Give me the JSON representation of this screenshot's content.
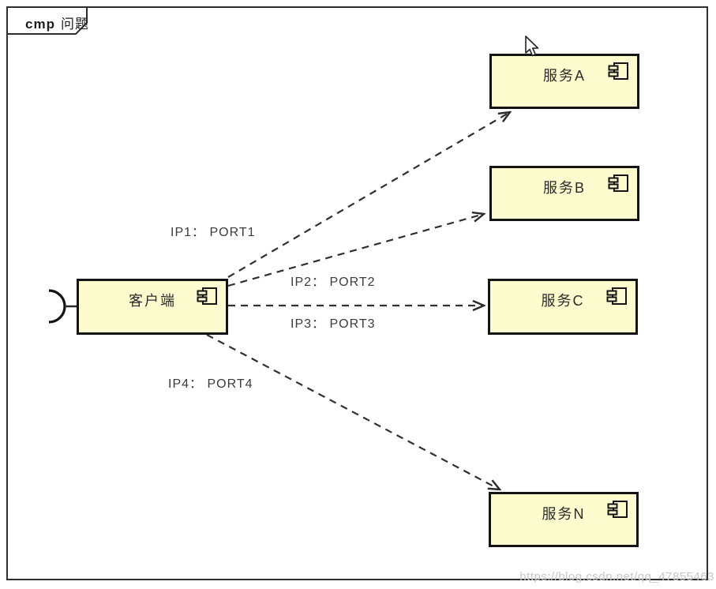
{
  "frame": {
    "tab_keyword": "cmp",
    "tab_title": "问题"
  },
  "diagram": {
    "client": {
      "label": "客户端"
    },
    "services": [
      {
        "label": "服务A"
      },
      {
        "label": "服务B"
      },
      {
        "label": "服务C"
      },
      {
        "label": "服务N"
      }
    ],
    "connections": [
      {
        "label": "IP1： PORT1",
        "from": "客户端",
        "to": "服务A"
      },
      {
        "label": "IP2： PORT2",
        "from": "客户端",
        "to": "服务B"
      },
      {
        "label": "IP3： PORT3",
        "from": "客户端",
        "to": "服务C"
      },
      {
        "label": "IP4： PORT4",
        "from": "客户端",
        "to": "服务N"
      }
    ]
  },
  "watermark": {
    "text": "https://blog.csdn.net/qq_47855463"
  },
  "colors": {
    "component_fill": "#fcfcce",
    "component_border": "#141414",
    "frame_border": "#2e2e2e",
    "arrow": "#303030",
    "watermark_text": "#c8c8c8"
  }
}
